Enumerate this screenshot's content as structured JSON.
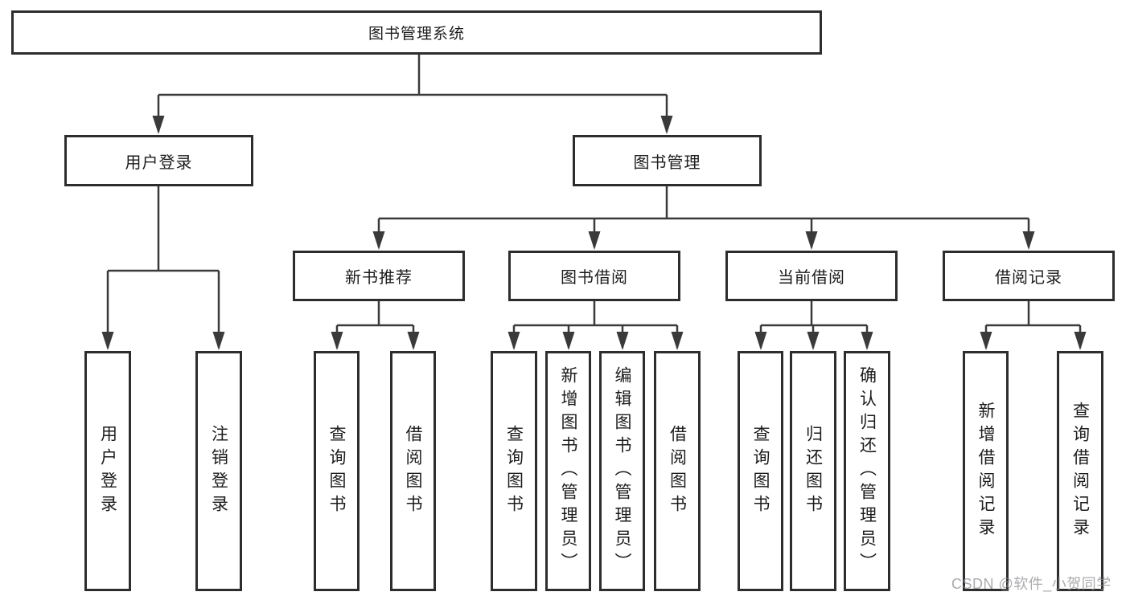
{
  "tree": {
    "label": "图书管理系统",
    "children": [
      {
        "label": "用户登录",
        "children": [
          {
            "label": "用户登录"
          },
          {
            "label": "注销登录"
          }
        ]
      },
      {
        "label": "图书管理",
        "children": [
          {
            "label": "新书推荐",
            "children": [
              {
                "label": "查询图书"
              },
              {
                "label": "借阅图书"
              }
            ]
          },
          {
            "label": "图书借阅",
            "children": [
              {
                "label": "查询图书"
              },
              {
                "label": "新增图书（管理员）"
              },
              {
                "label": "编辑图书（管理员）"
              },
              {
                "label": "借阅图书"
              }
            ]
          },
          {
            "label": "当前借阅",
            "children": [
              {
                "label": "查询图书"
              },
              {
                "label": "归还图书"
              },
              {
                "label": "确认归还（管理员）"
              }
            ]
          },
          {
            "label": "借阅记录",
            "children": [
              {
                "label": "新增借阅记录"
              },
              {
                "label": "查询借阅记录"
              }
            ]
          }
        ]
      }
    ]
  },
  "colors": {
    "line": "#3a3a3a",
    "box_border": "#2d2d2d",
    "text": "#1c1c1c",
    "background": "#ffffff",
    "watermark": "#8f8f95"
  },
  "watermark": "CSDN @软件_小贺同学"
}
